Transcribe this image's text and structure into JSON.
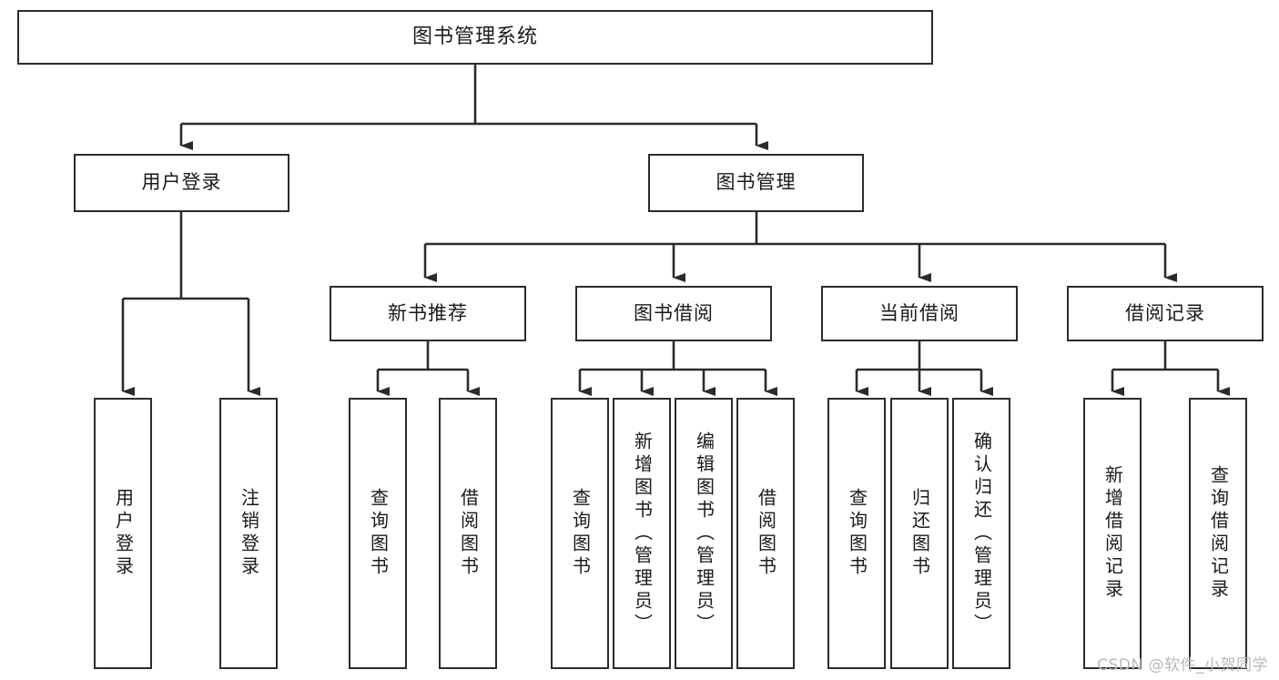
{
  "diagram": {
    "title": "图书管理系统",
    "type": "tree",
    "orientation": "top-down",
    "colors": {
      "box_border": "#2b2b2b",
      "box_fill": "#ffffff",
      "connector": "#2b2b2b",
      "text": "#1a1a1a",
      "watermark": "#b9b9b9",
      "background": "#ffffff"
    },
    "root": {
      "label": "图书管理系统"
    },
    "level2": [
      {
        "id": "user-login",
        "label": "用户登录"
      },
      {
        "id": "book-management",
        "label": "图书管理"
      }
    ],
    "level3": [
      {
        "id": "new-book-recommend",
        "label": "新书推荐",
        "parent": "book-management"
      },
      {
        "id": "book-borrow",
        "label": "图书借阅",
        "parent": "book-management"
      },
      {
        "id": "current-borrow",
        "label": "当前借阅",
        "parent": "book-management"
      },
      {
        "id": "borrow-record",
        "label": "借阅记录",
        "parent": "book-management"
      }
    ],
    "leaves": [
      {
        "id": "leaf-user-login",
        "label": "用户登录",
        "parent": "user-login"
      },
      {
        "id": "leaf-logout",
        "label": "注销登录",
        "parent": "user-login"
      },
      {
        "id": "leaf-query-book-1",
        "label": "查询图书",
        "parent": "new-book-recommend"
      },
      {
        "id": "leaf-borrow-book-1",
        "label": "借阅图书",
        "parent": "new-book-recommend"
      },
      {
        "id": "leaf-query-book-2",
        "label": "查询图书",
        "parent": "book-borrow"
      },
      {
        "id": "leaf-add-book",
        "label": "新增图书（管理员）",
        "parent": "book-borrow"
      },
      {
        "id": "leaf-edit-book",
        "label": "编辑图书（管理员）",
        "parent": "book-borrow"
      },
      {
        "id": "leaf-borrow-book-2",
        "label": "借阅图书",
        "parent": "book-borrow"
      },
      {
        "id": "leaf-query-book-3",
        "label": "查询图书",
        "parent": "current-borrow"
      },
      {
        "id": "leaf-return-book",
        "label": "归还图书",
        "parent": "current-borrow"
      },
      {
        "id": "leaf-confirm-return",
        "label": "确认归还（管理员）",
        "parent": "current-borrow"
      },
      {
        "id": "leaf-add-record",
        "label": "新增借阅记录",
        "parent": "borrow-record"
      },
      {
        "id": "leaf-query-record",
        "label": "查询借阅记录",
        "parent": "borrow-record"
      }
    ]
  },
  "watermark": {
    "text": "CSDN @软件_小贺同学"
  }
}
